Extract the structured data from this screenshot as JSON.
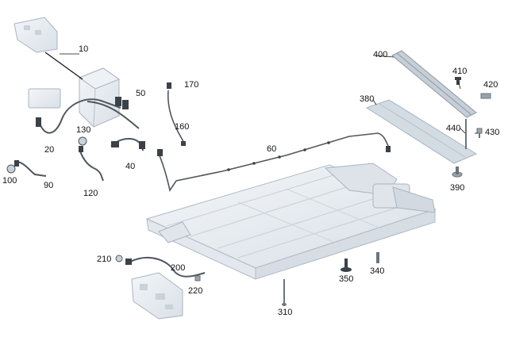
{
  "diagram": {
    "title": "",
    "colors": {
      "part_fill": "#e9eef3",
      "part_stroke": "#a9b4bf",
      "dark_part": "#3b4148",
      "wire": "#51575e",
      "highlight_fill": "#d4dce3"
    },
    "callouts": [
      "10",
      "20",
      "40",
      "50",
      "60",
      "90",
      "100",
      "120",
      "130",
      "160",
      "170",
      "200",
      "210",
      "220",
      "310",
      "340",
      "350",
      "380",
      "390",
      "400",
      "410",
      "420",
      "430",
      "440"
    ]
  }
}
